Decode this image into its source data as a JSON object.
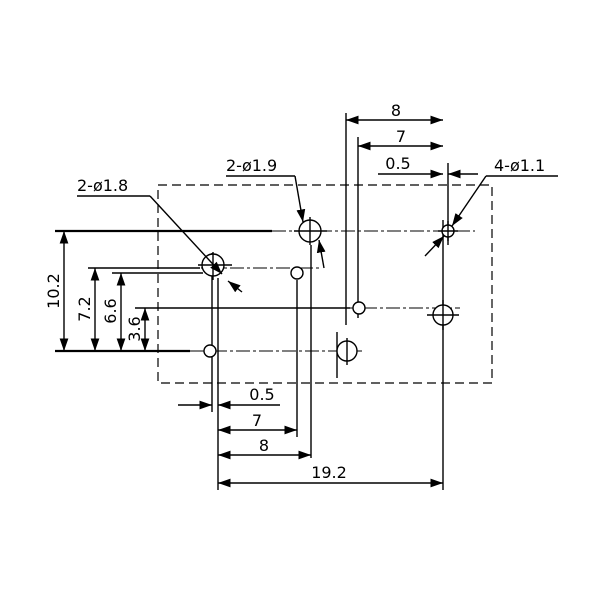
{
  "labels": {
    "top_8": "8",
    "top_7": "7",
    "top_05": "0.5",
    "holes_4": "4-ø1.1",
    "holes_2a": "2-ø1.8",
    "holes_2b": "2-ø1.9",
    "v_102": "10.2",
    "v_72": "7.2",
    "v_66": "6.6",
    "v_36": "3.6",
    "bot_05": "0.5",
    "bot_7": "7",
    "bot_8": "8",
    "bot_192": "19.2"
  }
}
